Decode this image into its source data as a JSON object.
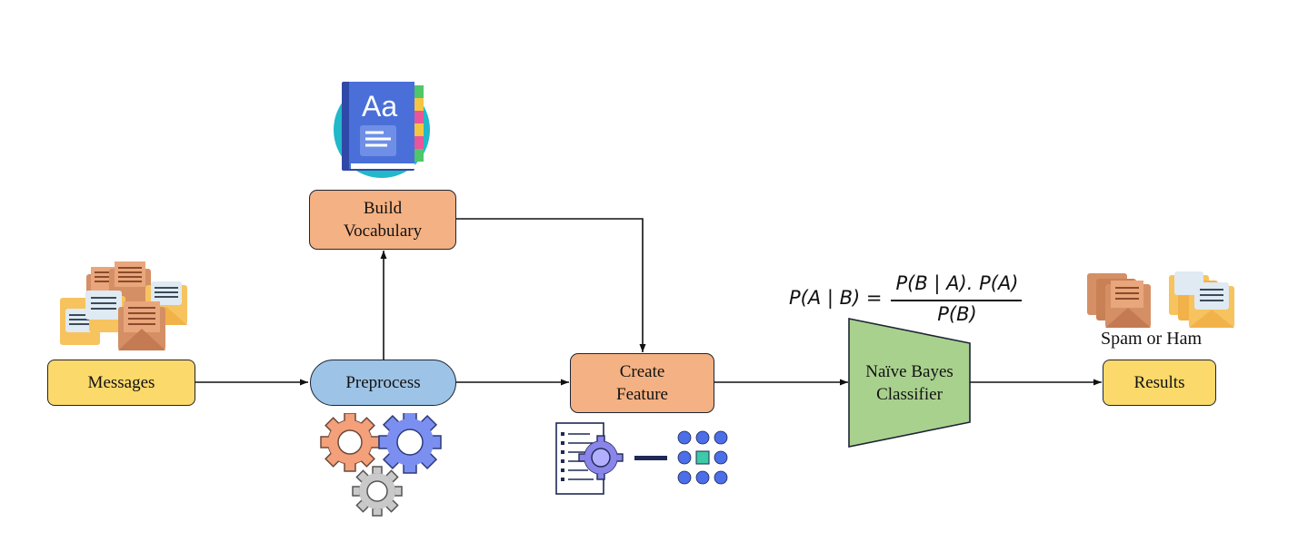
{
  "nodes": {
    "messages": "Messages",
    "build_vocabulary": [
      "Build",
      "Vocabulary"
    ],
    "preprocess": "Preprocess",
    "create_feature": [
      "Create",
      "Feature"
    ],
    "classifier": [
      "Naïve Bayes",
      "Classifier"
    ],
    "results": "Results"
  },
  "output_label": "Spam or Ham",
  "formula": {
    "lhs": "P(A | B) =",
    "numerator": "P(B | A). P(A)",
    "denominator": "P(B)"
  },
  "dictionary_icon_text": "Aa",
  "colors": {
    "yellow": "#fbd96b",
    "orange": "#f4b183",
    "blue": "#9dc3e6",
    "green": "#a9d18e",
    "envelope_orange": "#d58f65",
    "envelope_yellow": "#f7c35f",
    "gear_orange": "#f4a07a",
    "gear_blue": "#7b8ff0",
    "gear_gray": "#c9c9c9"
  },
  "icons": [
    "envelopes-icon",
    "dictionary-icon",
    "gears-icon",
    "feature-extraction-icon",
    "spam-envelopes-icon",
    "ham-envelopes-icon"
  ]
}
